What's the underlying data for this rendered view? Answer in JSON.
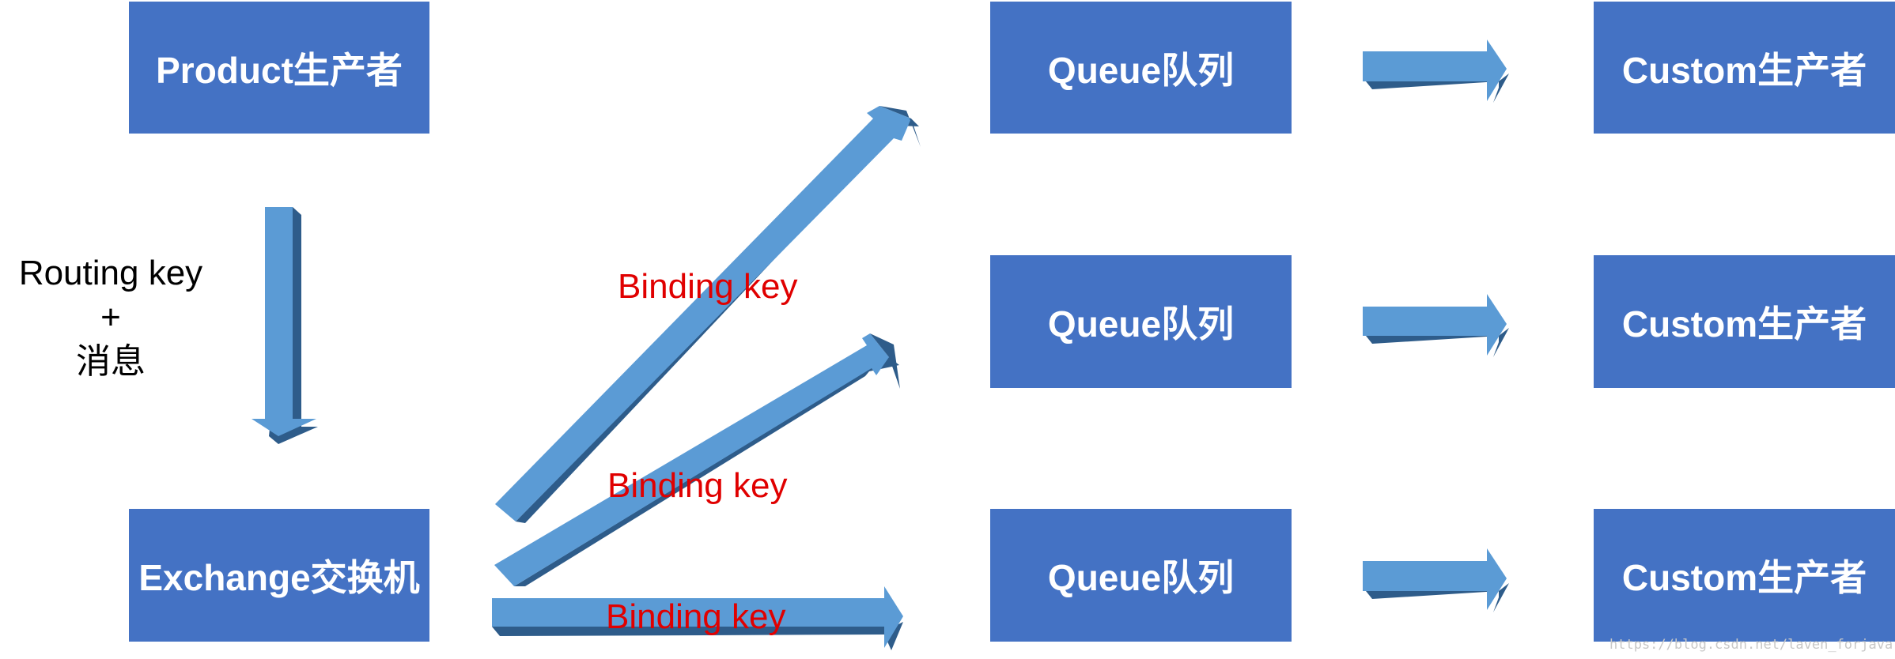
{
  "producer": {
    "label": "Product生产者"
  },
  "exchange": {
    "label": "Exchange交换机"
  },
  "queues": [
    {
      "label": "Queue队列"
    },
    {
      "label": "Queue队列"
    },
    {
      "label": "Queue队列"
    }
  ],
  "consumers": [
    {
      "label": "Custom生产者"
    },
    {
      "label": "Custom生产者"
    },
    {
      "label": "Custom生产者"
    }
  ],
  "message_label": {
    "line1": "Routing key",
    "line2": "+",
    "line3": "消息"
  },
  "binding_labels": [
    "Binding key",
    "Binding key",
    "Binding key"
  ],
  "watermark": "https://blog.csdn.net/laven_forjava",
  "colors": {
    "box": "#4472C4",
    "arrow_face": "#5B9BD5",
    "arrow_shadow": "#2E5C8A",
    "binding_text": "#E00000"
  }
}
